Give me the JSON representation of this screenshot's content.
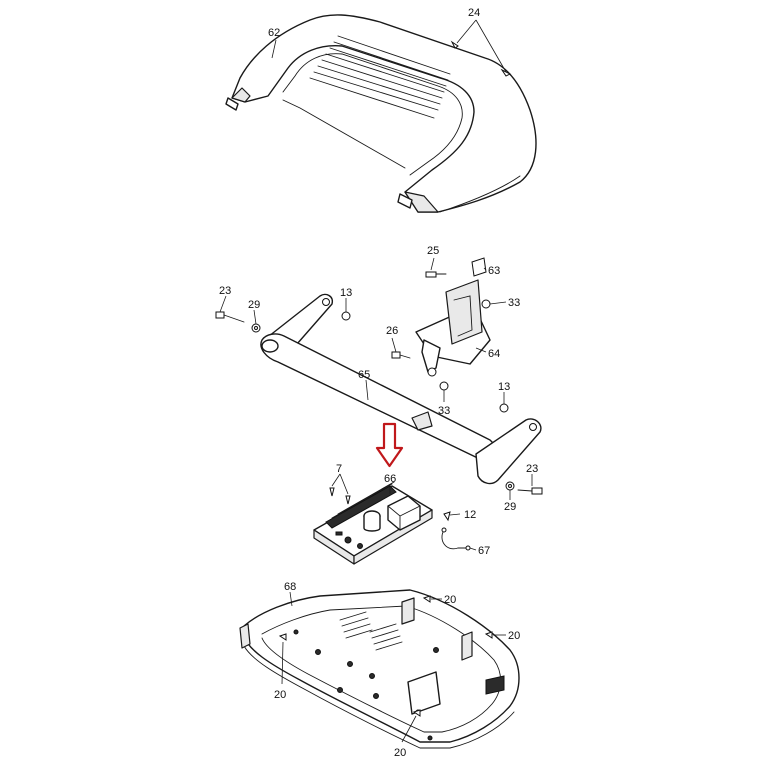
{
  "callouts": {
    "c24": "24",
    "c62": "62",
    "c25": "25",
    "c63": "63",
    "c23a": "23",
    "c29a": "29",
    "c13a": "13",
    "c33a": "33",
    "c26": "26",
    "c64": "64",
    "c65": "65",
    "c33b": "33",
    "c13b": "13",
    "c7": "7",
    "c66": "66",
    "c12": "12",
    "c23b": "23",
    "c29b": "29",
    "c67": "67",
    "c68": "68",
    "c20a": "20",
    "c20b": "20",
    "c20c": "20",
    "c20d": "20"
  },
  "colors": {
    "highlight_arrow": "#c0181b",
    "line": "#1a1a1a",
    "background": "#ffffff"
  }
}
